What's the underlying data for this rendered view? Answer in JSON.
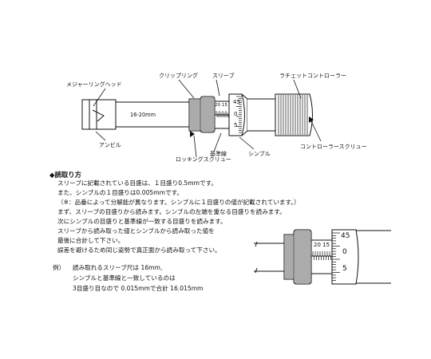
{
  "diagram": {
    "range_label": "16-20mm",
    "labels": {
      "measuring_head": "メジャーリングヘッド",
      "anvil": "アンビル",
      "clip_ring": "クリップリング",
      "sleeve": "スリーブ",
      "ratchet": "ラチェットコントローラー",
      "locking_screw": "ロッキングスクリュー",
      "reference_line": "基準線",
      "thimble": "シンブル",
      "controller_screw": "コントローラースクリュー"
    },
    "top_scale": {
      "sleeve_marks": [
        "20",
        "15"
      ],
      "thimble_marks": [
        "45",
        "0",
        "5"
      ]
    }
  },
  "instructions": {
    "heading": "◆読取り方",
    "lines": [
      "スリーブに記載されている目盛は、１目盛り0.5mmです。",
      "また、シンブルの１目盛りは0.005mmです。",
      "（※：品番によって分解能が異なります。シンブルに１目盛りの値が記載されています。）",
      "まず、スリーブの目盛りから読みます。シンブルの左端を重なる目盛りを読みます。",
      "次にシンブルの目盛りと基準線が一致する目盛りを読みます。",
      "スリーブから読み取った値とシンブルから読み取った値を",
      "最後に合計して下さい。",
      "誤差を避けるため同じ姿勢で真正面から読み取って下さい。"
    ],
    "example": {
      "prefix": "例）",
      "lines": [
        "読み取れるスリーブ尺は 16mm,",
        "シンブルと基準線と一致しているのは",
        "3目盛り目なので 0.015mmで合計 16.015mm"
      ]
    }
  },
  "detail_scale": {
    "sleeve_marks": [
      "20",
      "15"
    ],
    "thimble_marks": [
      "45",
      "0",
      "5"
    ]
  }
}
